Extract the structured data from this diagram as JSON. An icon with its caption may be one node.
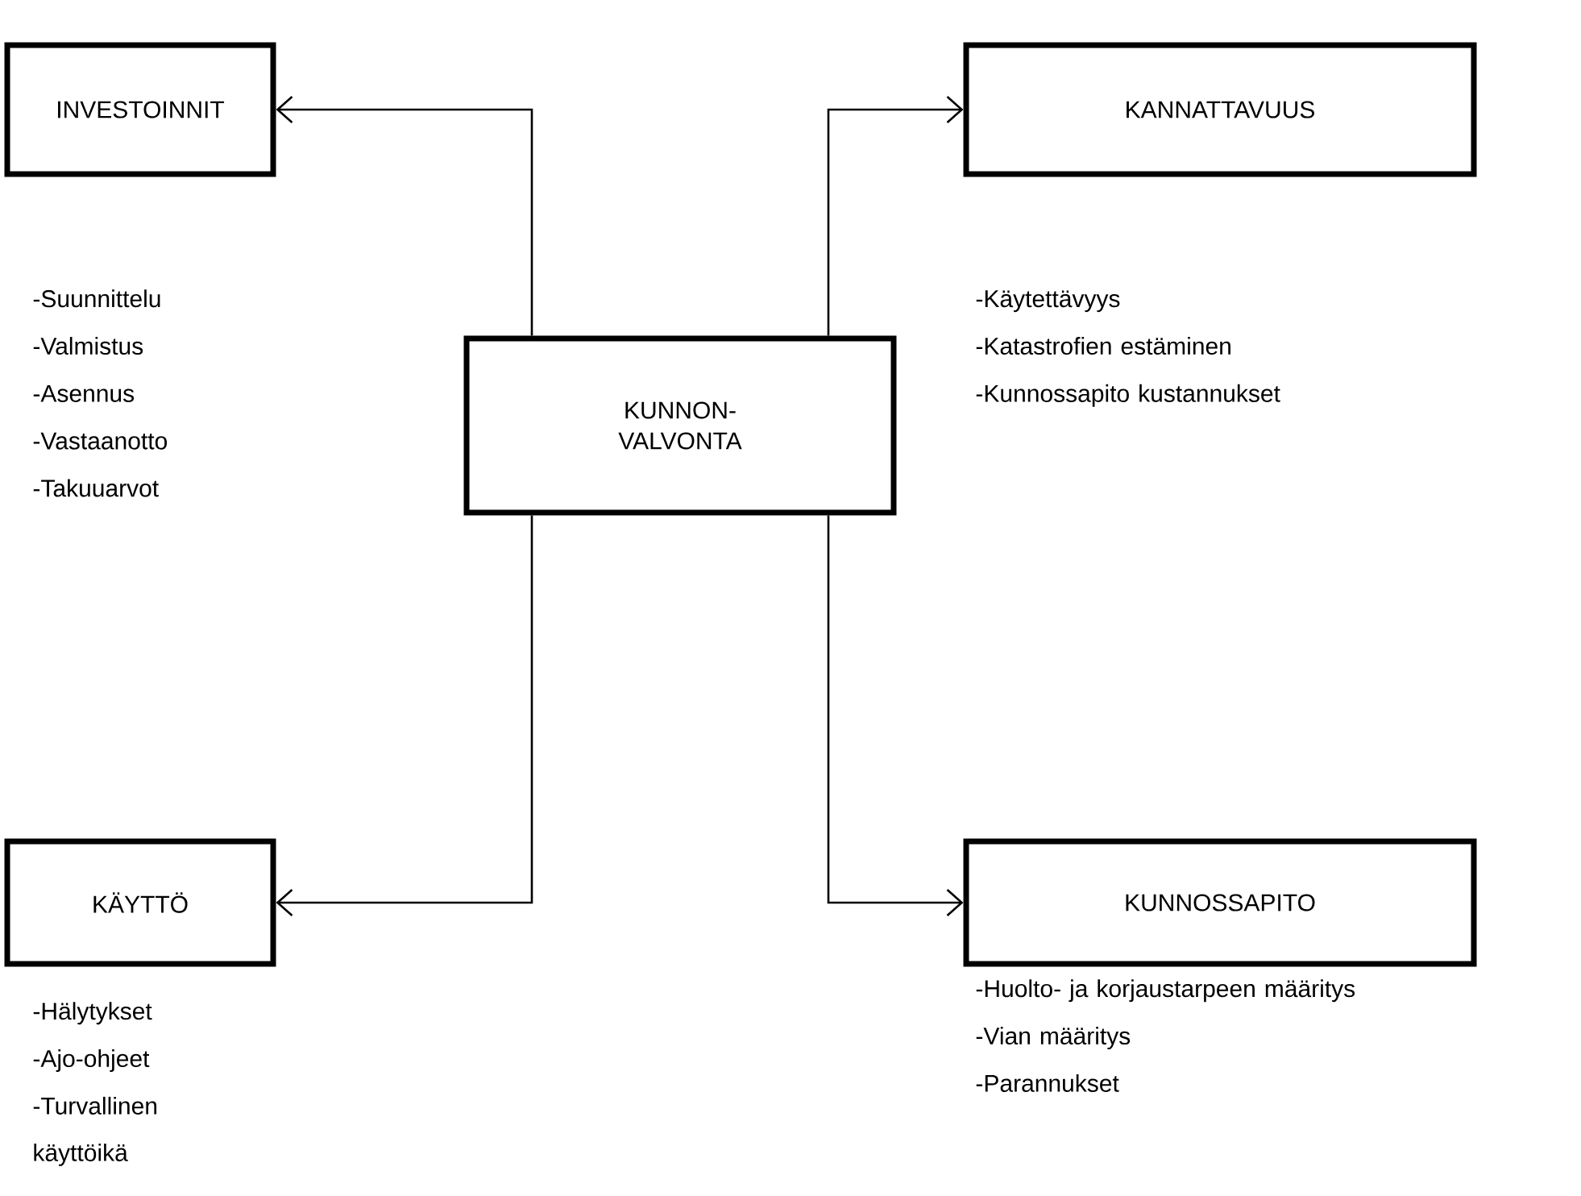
{
  "diagram": {
    "nodes": [
      {
        "text": [
          "INVESTOINNIT"
        ],
        "beside": [
          "-Suunnittelu",
          "-Valmistus",
          "-Asennus",
          "-Vastaanotto",
          "-Takuuarvot"
        ]
      },
      {
        "text": [
          "KANNATTAVUUS"
        ],
        "beside": [
          "-Käytettävyys",
          "-Katastrofien estäminen",
          "-Kunnossapito kustannukset"
        ]
      },
      {
        "text": [
          "KUNNON- VALVONTA"
        ]
      },
      {
        "text": [
          "KÄYTTÖ"
        ],
        "beside": [
          "-Hälytykset",
          "-Ajo-ohjeet",
          "-Turvallinen käyttöikä"
        ]
      },
      {
        "text": [
          "KUNNOSSAPITO"
        ],
        "beside": [
          "-Huolto- ja korjaustarpeen määritys",
          "-Vian määritys",
          "-Parannukset"
        ]
      }
    ],
    "edges": [
      {
        "from": 2,
        "to": 0,
        "arrow": "to"
      },
      {
        "from": 2,
        "to": 1,
        "arrow": "to"
      },
      {
        "from": 2,
        "to": 3,
        "arrow": "to"
      },
      {
        "from": 2,
        "to": 4,
        "arrow": "to"
      }
    ]
  }
}
